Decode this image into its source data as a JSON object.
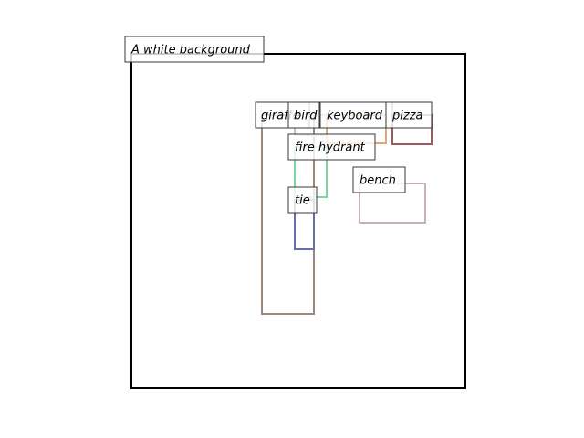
{
  "caption": "A white background",
  "objects": [
    {
      "label": "giraffe",
      "color": "#9a8880"
    },
    {
      "label": "bird",
      "color": "#c9c0b6"
    },
    {
      "label": "keyboard",
      "color": "#e0a67a"
    },
    {
      "label": "pizza",
      "color": "#9a5a62"
    },
    {
      "label": "fire hydrant",
      "color": "#7fd6a2"
    },
    {
      "label": "bench",
      "color": "#c8b0b8"
    },
    {
      "label": "tie",
      "color": "#6a6ea8"
    }
  ]
}
